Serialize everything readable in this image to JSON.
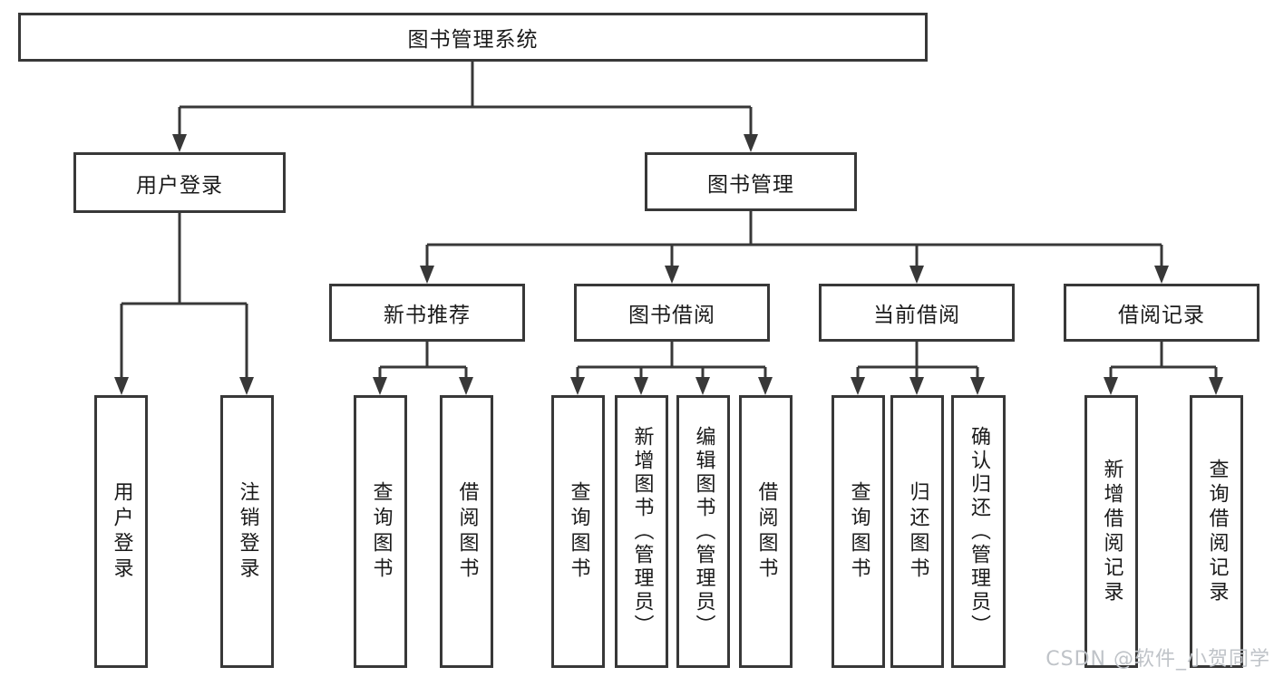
{
  "diagram": {
    "root": {
      "label": "图书管理系统"
    },
    "level1": [
      {
        "label": "用户登录"
      },
      {
        "label": "图书管理"
      }
    ],
    "level2": [
      {
        "label": "新书推荐"
      },
      {
        "label": "图书借阅"
      },
      {
        "label": "当前借阅"
      },
      {
        "label": "借阅记录"
      }
    ],
    "leaves": {
      "user_login": [
        "用户登录",
        "注销登录"
      ],
      "new_book": [
        "查询图书",
        "借阅图书"
      ],
      "book_borrow": [
        "查询图书",
        "新增图书（管理员）",
        "编辑图书（管理员）",
        "借阅图书"
      ],
      "current_borrow": [
        "查询图书",
        "归还图书",
        "确认归还（管理员）"
      ],
      "borrow_record": [
        "新增借阅记录",
        "查询借阅记录"
      ]
    }
  },
  "watermark": {
    "text": "CSDN @软件_小贺同学"
  },
  "colors": {
    "line": "#383838",
    "text": "#1a1a1a",
    "background": "#ffffff",
    "watermark": "#bfc3c8"
  }
}
